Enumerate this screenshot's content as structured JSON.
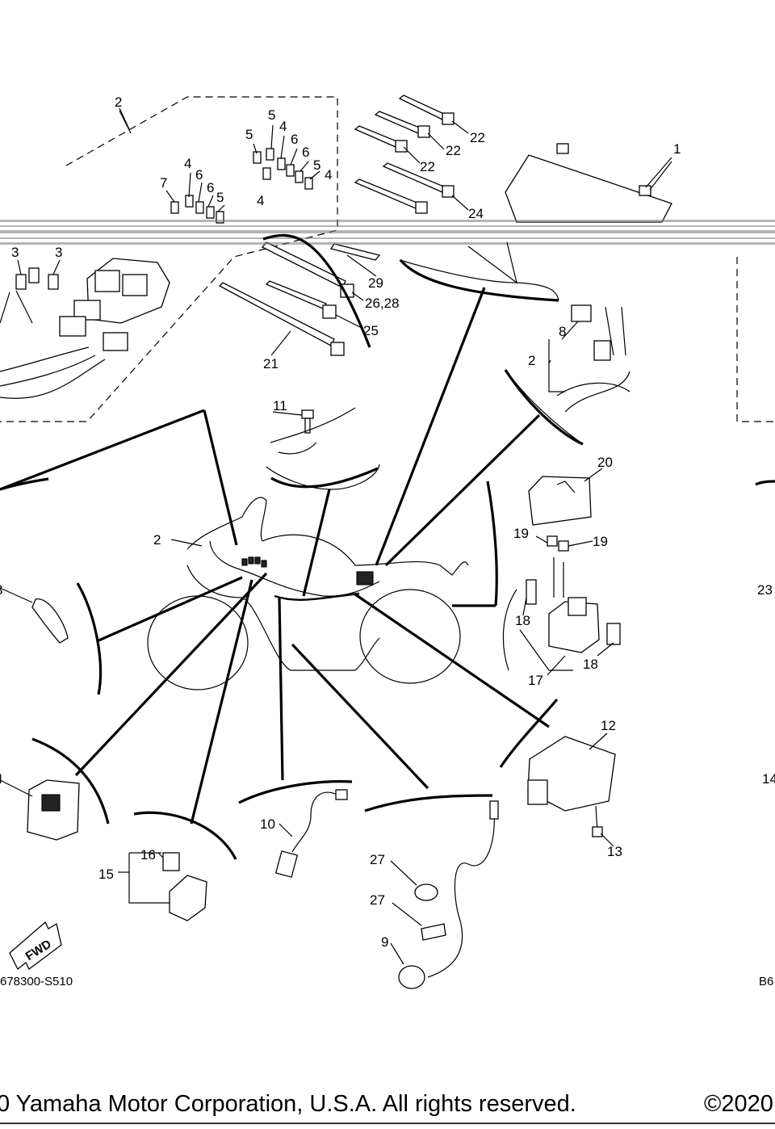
{
  "diagram": {
    "callouts": [
      "1",
      "2",
      "2",
      "2",
      "3",
      "3",
      "4",
      "4",
      "4",
      "4",
      "5",
      "5",
      "5",
      "5",
      "6",
      "6",
      "6",
      "6",
      "7",
      "8",
      "9",
      "10",
      "11",
      "12",
      "13",
      "15",
      "16",
      "17",
      "18",
      "18",
      "19",
      "19",
      "20",
      "21",
      "22",
      "22",
      "22",
      "24",
      "25",
      "26,28",
      "27",
      "27",
      "29"
    ],
    "cut_off_labels": [
      "3",
      "23",
      "4",
      "14"
    ],
    "fwd_arrow": "FWD",
    "ref_left": "678300-S510",
    "ref_right": "B6",
    "copyright_left": "0 Yamaha Motor Corporation, U.S.A. All rights reserved.",
    "copyright_right": "©2020"
  }
}
